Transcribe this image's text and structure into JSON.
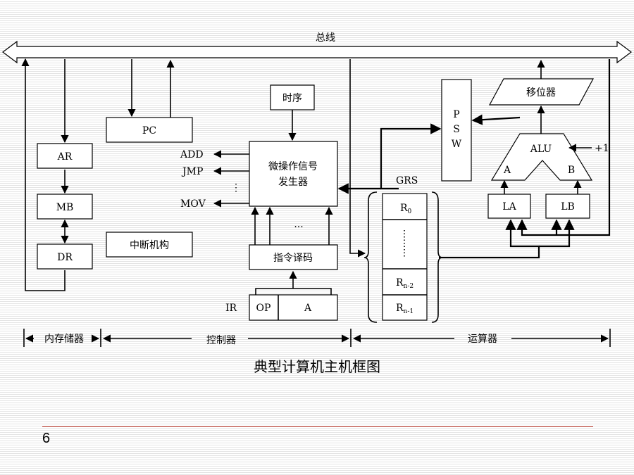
{
  "diagram": {
    "bus_label": "总线",
    "ar": "AR",
    "mb": "MB",
    "dr": "DR",
    "pc": "PC",
    "interrupt": "中断机构",
    "timing": "时序",
    "micro_op_line1": "微操作信号",
    "micro_op_line2": "发生器",
    "add": "ADD",
    "jmp": "JMP",
    "vdots": "⋮",
    "mov": "MOV",
    "hdots": "···",
    "instr_decode": "指令译码",
    "ir": "IR",
    "op": "OP",
    "a_field": "A",
    "psw_p": "P",
    "psw_s": "S",
    "psw_w": "W",
    "shifter": "移位器",
    "alu": "ALU",
    "plus_one": "+1",
    "alu_a": "A",
    "alu_b": "B",
    "la": "LA",
    "lb": "LB",
    "grs": "GRS",
    "r0_main": "R",
    "r0_sub": "0",
    "rn2_main": "R",
    "rn2_sub": "n-2",
    "rn1_main": "R",
    "rn1_sub": "n-1",
    "memory_section": "内存储器",
    "controller_section": "控制器",
    "alu_section": "运算器"
  },
  "caption": "典型计算机主机框图",
  "page_number": "6"
}
